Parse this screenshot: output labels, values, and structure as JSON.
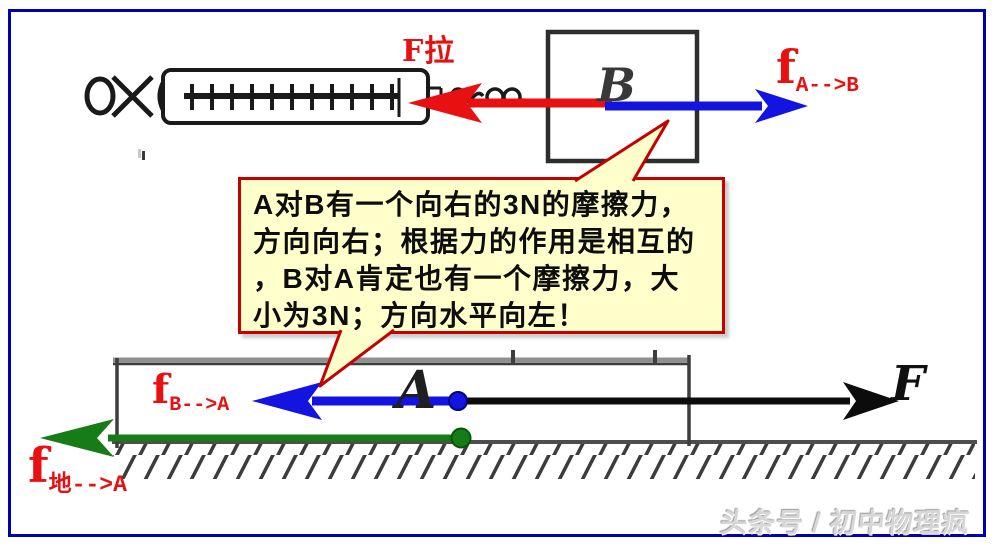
{
  "colors": {
    "red": "#e81010",
    "blue": "#1414e0",
    "green": "#177c17",
    "ink": "#1a1a1a",
    "frame": "#0000b2",
    "callout_bg": "#ffffcc",
    "callout_border": "#c40000"
  },
  "labels": {
    "pull": "F拉",
    "f_ab": {
      "base": "f",
      "sub": "A-->B"
    },
    "f_ba": {
      "base": "f",
      "sub": "B-->A"
    },
    "f_ground": {
      "base": "f",
      "sub": "地-->A"
    },
    "block_a": "A",
    "block_b": "B",
    "applied": "F"
  },
  "callout": {
    "lines": [
      "A对B有一个向右的3N的摩擦力，",
      "方向向右；根据力的作用是相互的",
      "，B对A肯定也有一个摩擦力，大",
      "小为3N；方向水平向左！"
    ]
  },
  "watermark": {
    "text": "头条号 / 初中物理疯"
  }
}
